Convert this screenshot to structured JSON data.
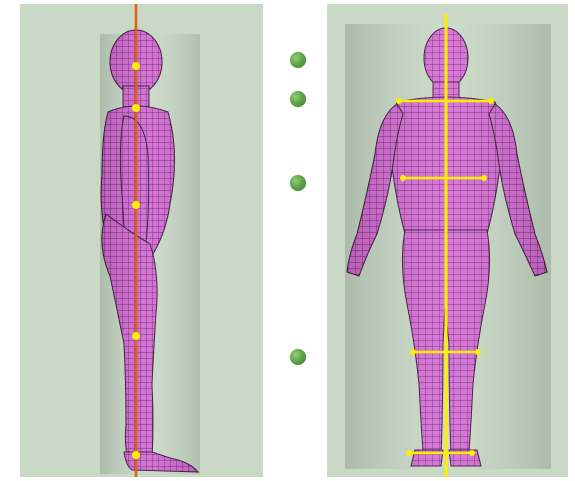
{
  "colors": {
    "panel_background": "#c9d9c6",
    "body_fill": "#d66cd6",
    "body_mesh": "#3a1a3a",
    "side_axis_line": "#e06010",
    "front_axis_line": "#ffee00",
    "joint_dot": "#ffee00",
    "level_marker": "#5fa54a"
  },
  "views": [
    {
      "view": "side",
      "joints": [
        "head",
        "shoulder",
        "hip",
        "knee",
        "ankle"
      ]
    },
    {
      "view": "front",
      "levels": [
        "shoulder",
        "hip",
        "knee",
        "ankle"
      ]
    }
  ],
  "markers": [
    "shoulder-top",
    "shoulder",
    "hip",
    "knee"
  ]
}
